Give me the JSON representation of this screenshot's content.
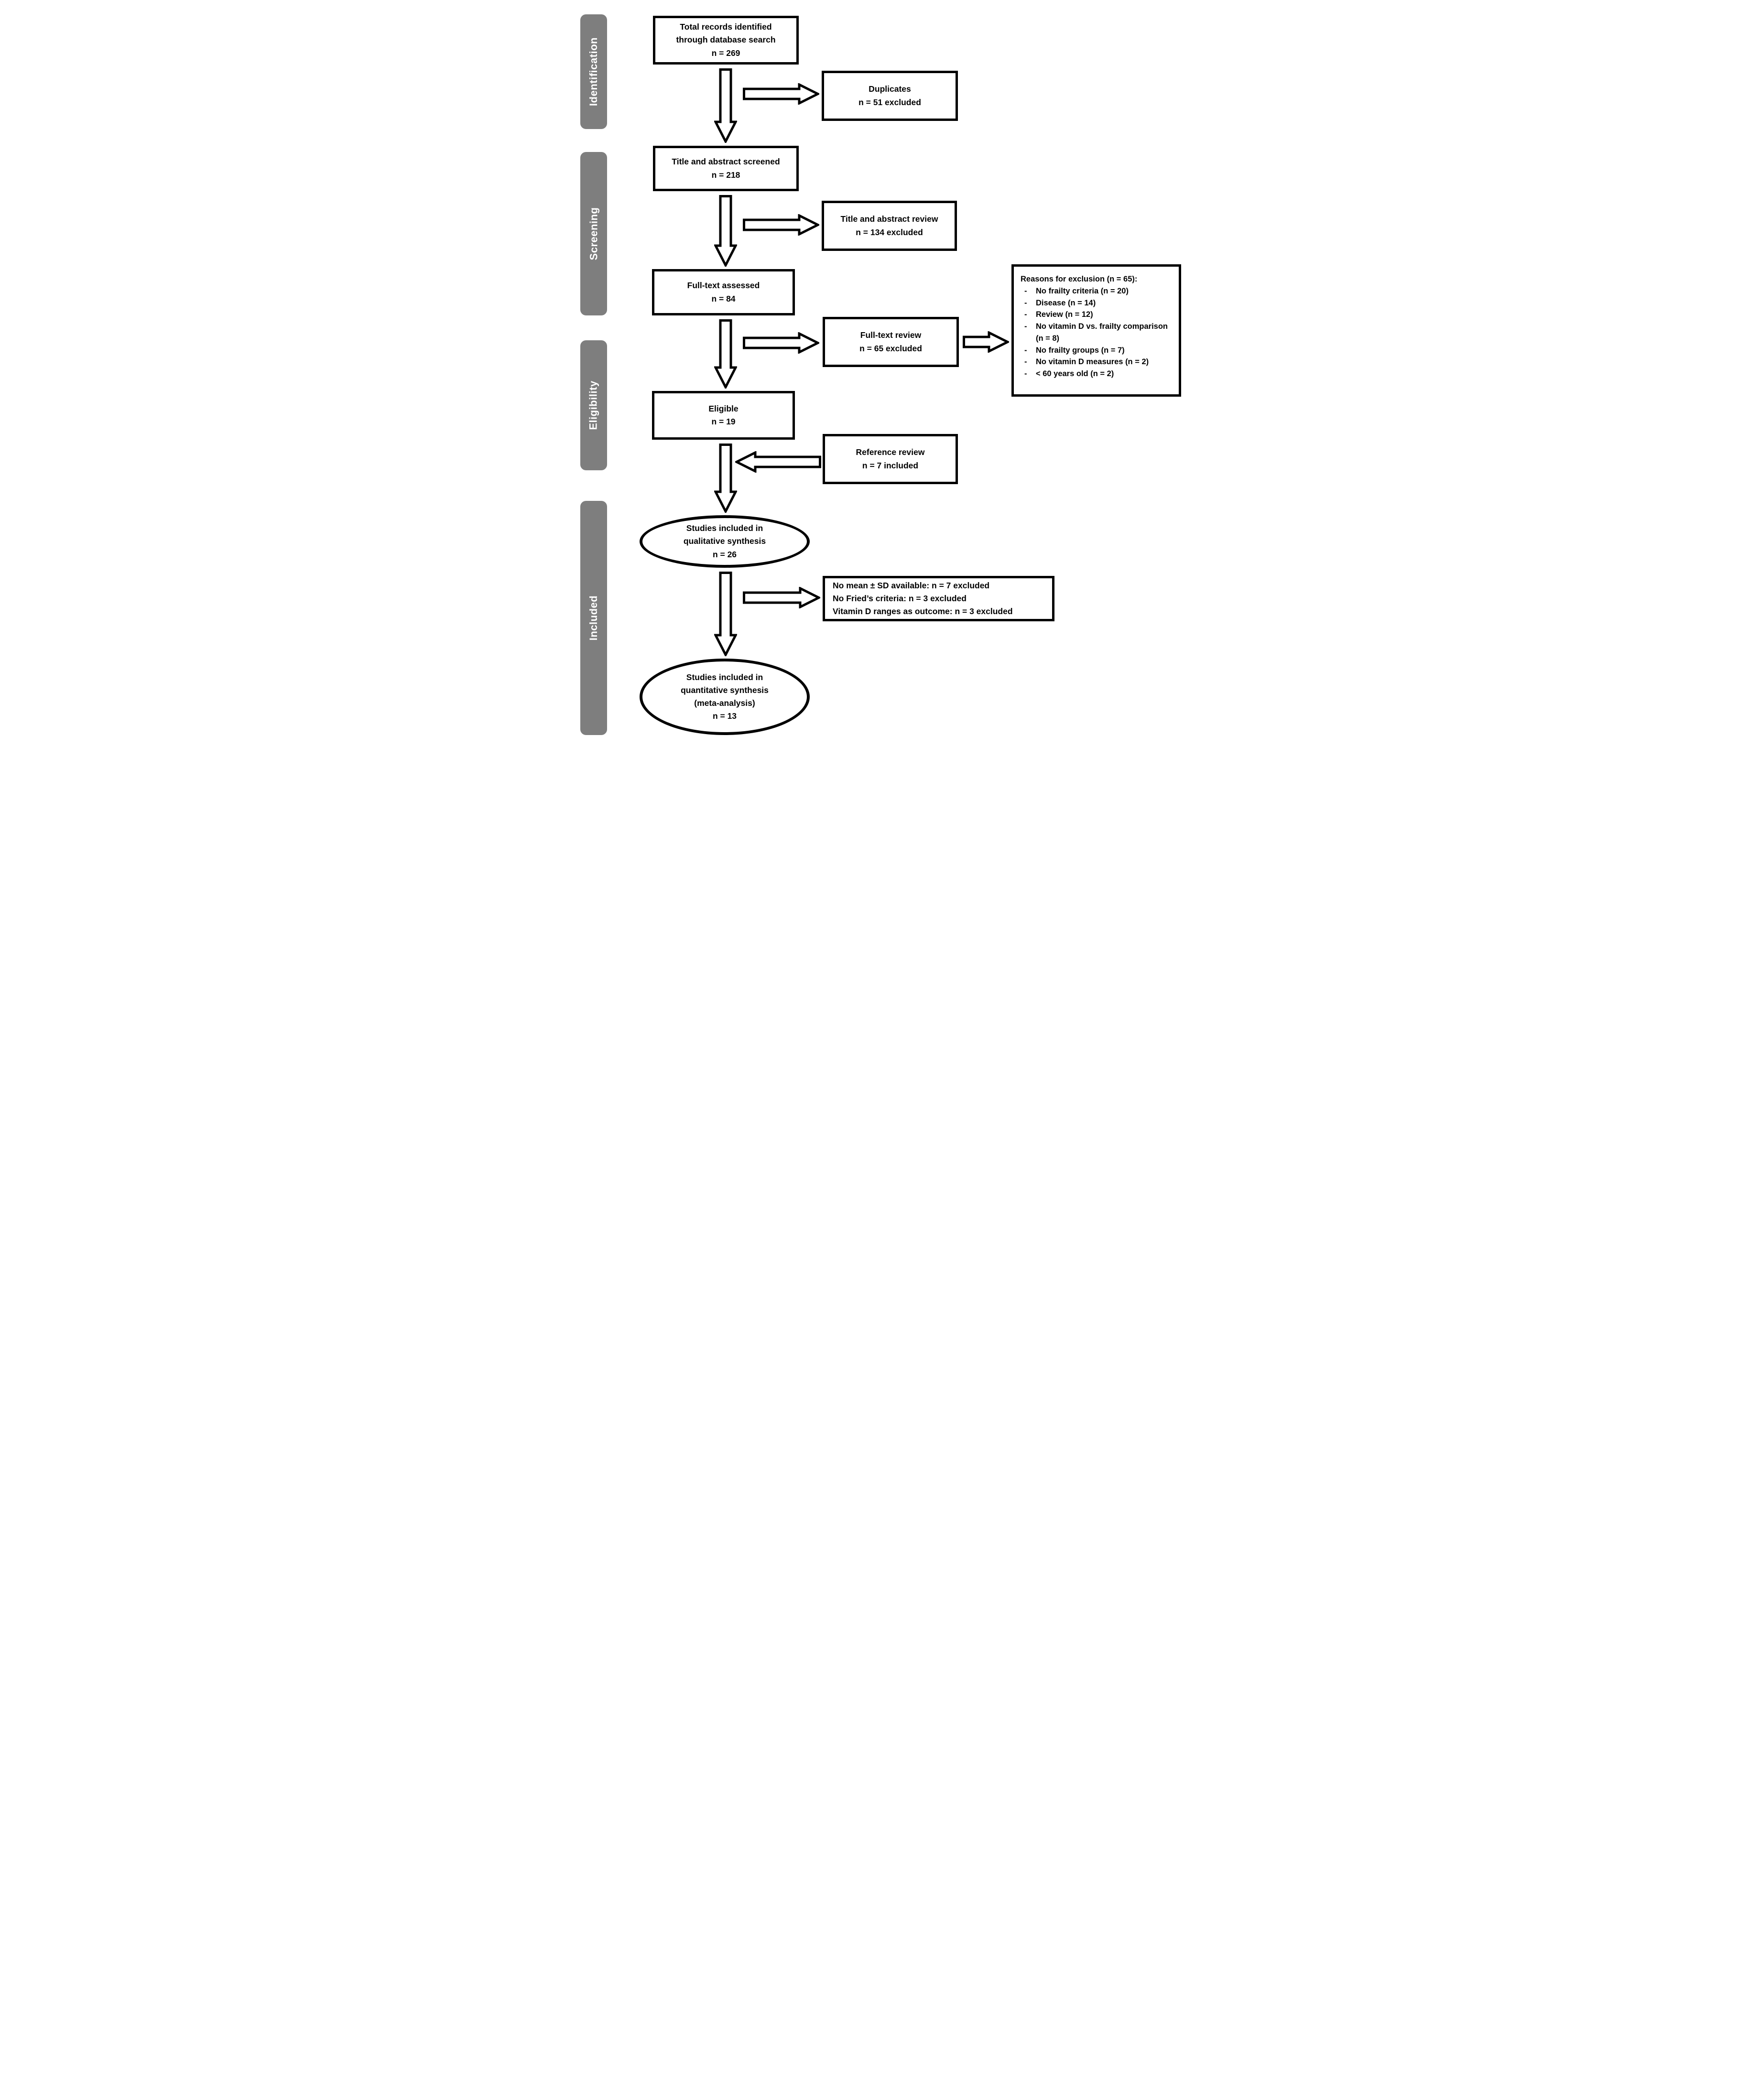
{
  "colors": {
    "sidebar_fill": "#7e7e7e",
    "sidebar_text": "#ffffff",
    "node_stroke": "#000000",
    "background": "#ffffff"
  },
  "sidebar": {
    "stages": [
      {
        "label": "Identification"
      },
      {
        "label": "Screening"
      },
      {
        "label": "Eligibility"
      },
      {
        "label": "Included"
      }
    ]
  },
  "nodes": {
    "total_records": {
      "lines": [
        "Total records identified",
        "through database search",
        "n = 269"
      ]
    },
    "duplicates": {
      "lines": [
        "Duplicates",
        "n = 51 excluded"
      ]
    },
    "title_abstract_screened": {
      "lines": [
        "Title and abstract screened",
        "n = 218"
      ]
    },
    "title_abstract_review": {
      "lines": [
        "Title and abstract review",
        "n = 134 excluded"
      ]
    },
    "fulltext_assessed": {
      "lines": [
        "Full-text assessed",
        "n = 84"
      ]
    },
    "fulltext_review": {
      "lines": [
        "Full-text review",
        "n = 65 excluded"
      ]
    },
    "exclusion_reasons": {
      "title": "Reasons for exclusion (n = 65):",
      "marker": "-",
      "items": [
        "No frailty criteria (n = 20)",
        "Disease (n = 14)",
        "Review (n = 12)",
        "No vitamin D vs. frailty comparison (n = 8)",
        "No frailty groups (n = 7)",
        "No vitamin D measures (n = 2)",
        "< 60 years old (n = 2)"
      ]
    },
    "eligible": {
      "lines": [
        "Eligible",
        "n = 19"
      ]
    },
    "reference_review": {
      "lines": [
        "Reference review",
        "n = 7 included"
      ]
    },
    "qualitative_synthesis": {
      "lines": [
        "Studies included in",
        "qualitative synthesis",
        "n = 26"
      ]
    },
    "quantitative_exclusions": {
      "lines": [
        "No mean ± SD available: n = 7 excluded",
        "No Fried’s criteria: n = 3 excluded",
        "Vitamin D ranges as outcome: n = 3 excluded"
      ]
    },
    "quantitative_synthesis": {
      "lines": [
        "Studies included in",
        "quantitative synthesis",
        "(meta-analysis)",
        "n = 13"
      ]
    }
  }
}
